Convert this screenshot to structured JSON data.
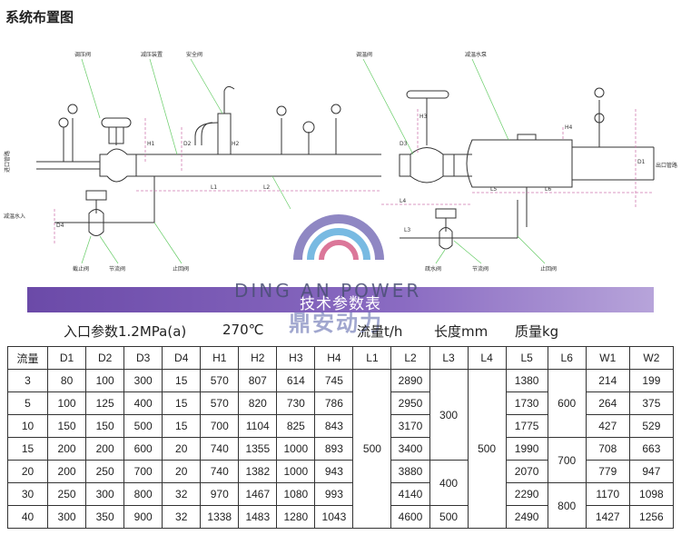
{
  "title": "系统布置图",
  "band": {
    "title": "技术参数表",
    "brand_en": "DING AN POWER",
    "brand_cn": "鼎安动力"
  },
  "params": {
    "inlet": "入口参数1.2MPa(a)",
    "temp": "270℃",
    "flow": "流量t/h",
    "length": "长度mm",
    "mass": "质量kg"
  },
  "diagram": {
    "labels": {
      "inlet": "进口管路",
      "outlet": "出口管路",
      "reg_valve": "调压阀",
      "reducer": "减压装置",
      "safety_valve": "安全阀",
      "temp_valve": "调温阀",
      "water_pump": "减温水泵",
      "cut_valve": "截止阀",
      "check_valve": "止回阀",
      "flow_valve": "节流阀",
      "drain": "疏水阀",
      "water_in": "减温水入"
    },
    "dims": {
      "h1": "H1",
      "h2": "H2",
      "h3": "H3",
      "h4": "H4",
      "d1": "D1",
      "d2": "D2",
      "d3": "D3",
      "d4": "D4",
      "l1": "L1",
      "l2": "L2",
      "l3": "L3",
      "l4": "L4",
      "l5": "L5",
      "l6": "L6"
    }
  },
  "table": {
    "headers": [
      "流量",
      "D1",
      "D2",
      "D3",
      "D4",
      "H1",
      "H2",
      "H3",
      "H4",
      "L1",
      "L2",
      "L3",
      "L4",
      "L5",
      "L6",
      "W1",
      "W2"
    ],
    "rows": [
      [
        "3",
        "80",
        "100",
        "300",
        "15",
        "570",
        "807",
        "614",
        "745",
        "2890",
        "1380",
        "214",
        "199"
      ],
      [
        "5",
        "100",
        "125",
        "400",
        "15",
        "570",
        "820",
        "730",
        "786",
        "2950",
        "1730",
        "264",
        "375"
      ],
      [
        "10",
        "150",
        "150",
        "500",
        "15",
        "700",
        "1104",
        "825",
        "843",
        "3170",
        "1775",
        "427",
        "529"
      ],
      [
        "15",
        "200",
        "200",
        "600",
        "20",
        "740",
        "1355",
        "1000",
        "893",
        "3400",
        "1990",
        "708",
        "663"
      ],
      [
        "20",
        "200",
        "250",
        "700",
        "20",
        "740",
        "1382",
        "1000",
        "943",
        "3880",
        "2070",
        "779",
        "947"
      ],
      [
        "30",
        "250",
        "300",
        "800",
        "32",
        "970",
        "1467",
        "1080",
        "993",
        "4140",
        "2290",
        "1170",
        "1098"
      ],
      [
        "40",
        "300",
        "350",
        "900",
        "32",
        "1338",
        "1483",
        "1280",
        "1043",
        "4600",
        "2490",
        "1427",
        "1256"
      ]
    ],
    "merged": {
      "l1": "500",
      "l3_a": "300",
      "l3_b": "400",
      "l3_c": "500",
      "l4": "500",
      "l6_a": "600",
      "l6_b": "700",
      "l6_c": "800"
    }
  }
}
